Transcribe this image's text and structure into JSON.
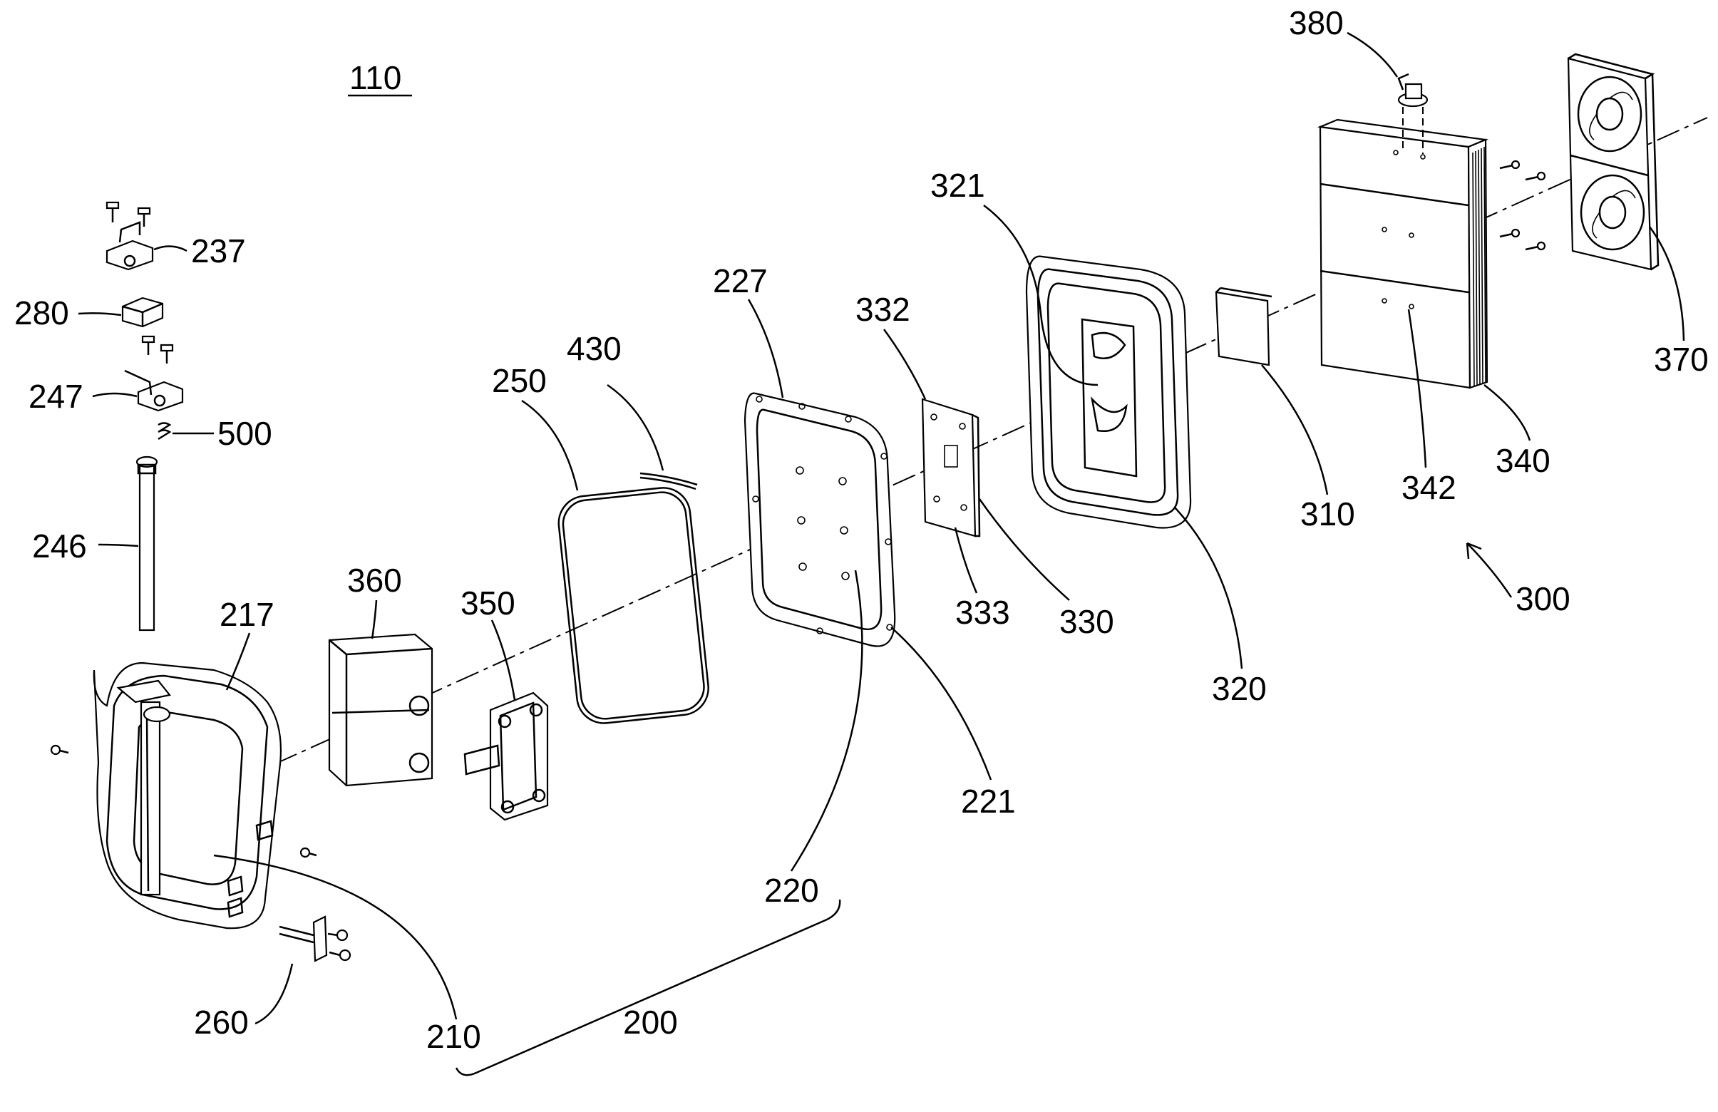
{
  "figure": {
    "number": "110",
    "labels": {
      "l380": "380",
      "l237": "237",
      "l280": "280",
      "l247": "247",
      "l500": "500",
      "l246": "246",
      "l217": "217",
      "l360": "360",
      "l350": "350",
      "l250": "250",
      "l430": "430",
      "l227": "227",
      "l332": "332",
      "l321": "321",
      "l333": "333",
      "l330": "330",
      "l310": "310",
      "l320": "320",
      "l342": "342",
      "l340": "340",
      "l370": "370",
      "l300": "300",
      "l221": "221",
      "l220": "220",
      "l210": "210",
      "l260": "260",
      "l200": "200"
    }
  }
}
